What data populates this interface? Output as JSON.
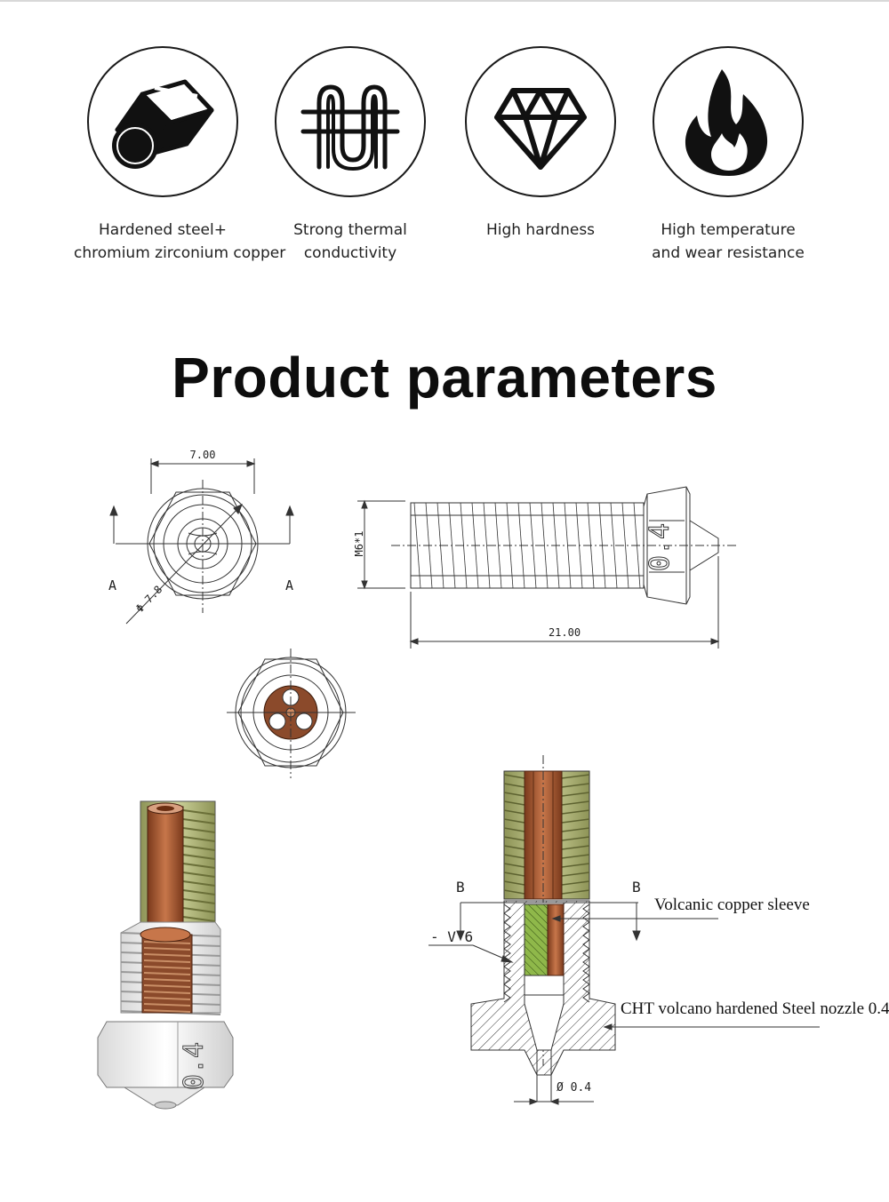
{
  "features": [
    {
      "icon": "steel-rod-icon",
      "line1": "Hardened steel+",
      "line2": "chromium zirconium copper"
    },
    {
      "icon": "thermal-coil-icon",
      "line1": "Strong thermal",
      "line2": "conductivity"
    },
    {
      "icon": "diamond-icon",
      "line1": "High hardness",
      "line2": ""
    },
    {
      "icon": "flame-icon",
      "line1": "High temperature",
      "line2": "and wear resistance"
    }
  ],
  "section_title": "Product parameters",
  "drawings": {
    "end_view": {
      "width_dim": "7.00",
      "diameter_dim": "Φ 7.8",
      "section_left": "A",
      "section_right": "A"
    },
    "side_view": {
      "thread_dim": "M6*1",
      "length_dim": "21.00",
      "nozzle_mark": "0.4"
    },
    "cutaway": {
      "nozzle_mark": "0.4"
    },
    "section_view": {
      "section_left": "B",
      "section_right": "B",
      "weld_mark": "- V 6",
      "callout_sleeve": "Volcanic copper sleeve",
      "callout_nozzle": "CHT volcano hardened Steel nozzle 0.4",
      "orifice_dim": "Ø 0.4"
    }
  },
  "colors": {
    "copper": "#a0522d",
    "thread_olive": "#aeb27a",
    "insert_green": "#8fb84a",
    "ink": "#1a1a1a"
  }
}
